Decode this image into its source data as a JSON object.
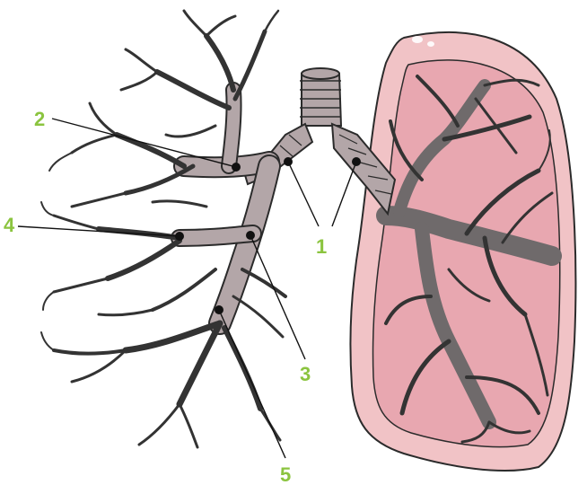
{
  "colors": {
    "airway_fill": "#b3a6a8",
    "airway_stroke": "#2b2b2b",
    "branch_dark": "#333333",
    "lung_outer": "#f1c3c6",
    "lung_inner": "#e8a7b0",
    "lung_stroke": "#2b2b2b",
    "label_green": "#8bc43f",
    "leader_line": "#111111"
  },
  "callouts": [
    {
      "id": "1",
      "text": "1"
    },
    {
      "id": "2",
      "text": "2"
    },
    {
      "id": "3",
      "text": "3"
    },
    {
      "id": "4",
      "text": "4"
    },
    {
      "id": "5",
      "text": "5"
    }
  ]
}
